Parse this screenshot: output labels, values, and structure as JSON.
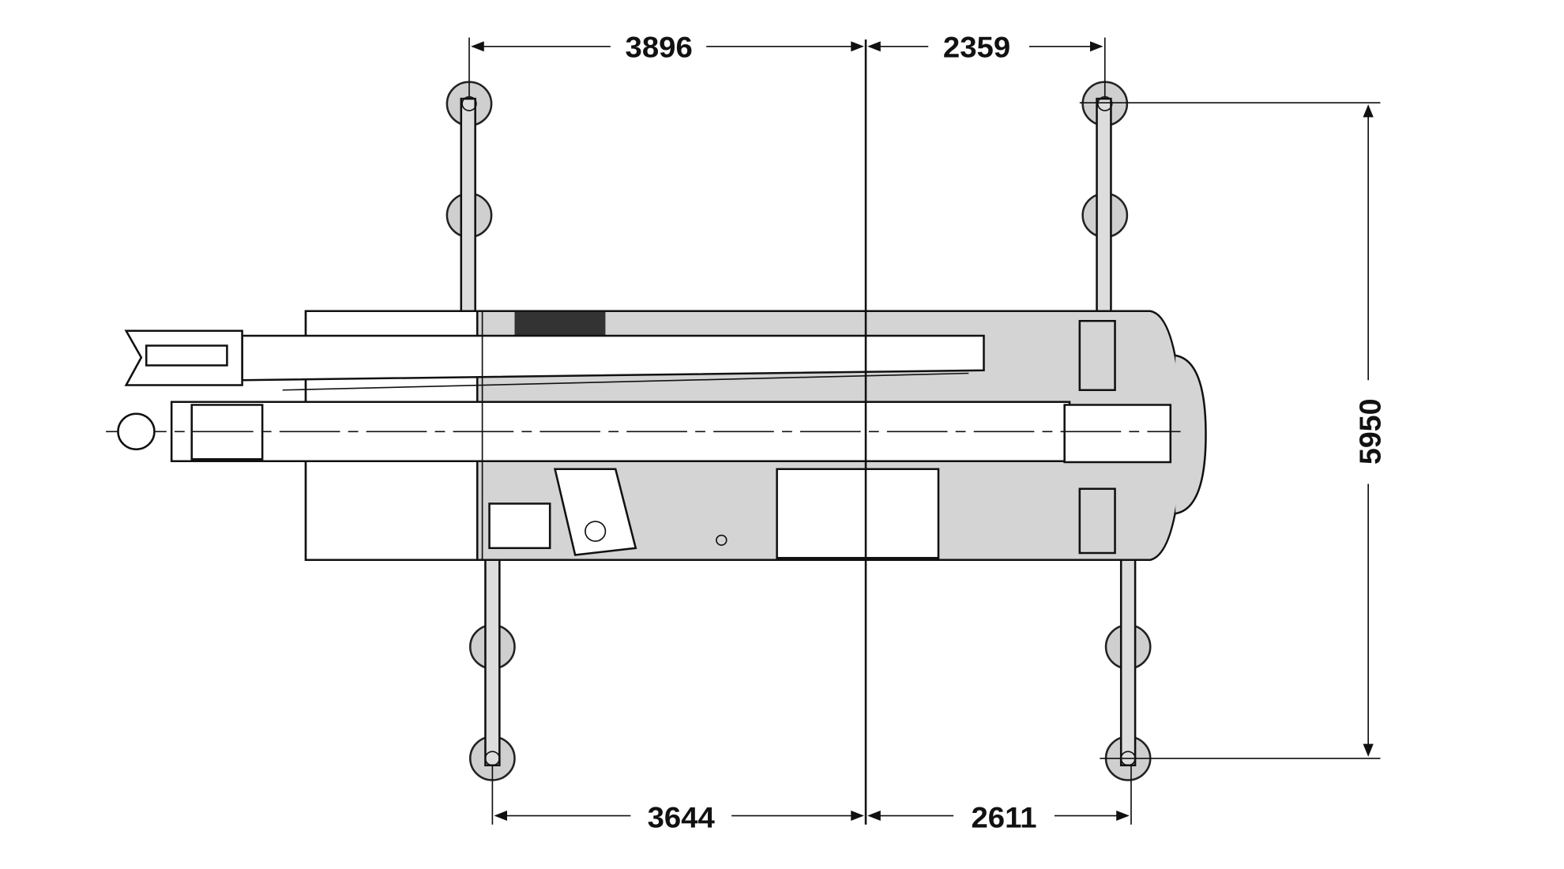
{
  "dimensions": {
    "top_left": "3896",
    "top_right": "2359",
    "bottom_left": "3644",
    "bottom_right": "2611",
    "outrigger_span": "5950"
  },
  "colors": {
    "line": "#111111",
    "fill": "#d4d4d4"
  }
}
